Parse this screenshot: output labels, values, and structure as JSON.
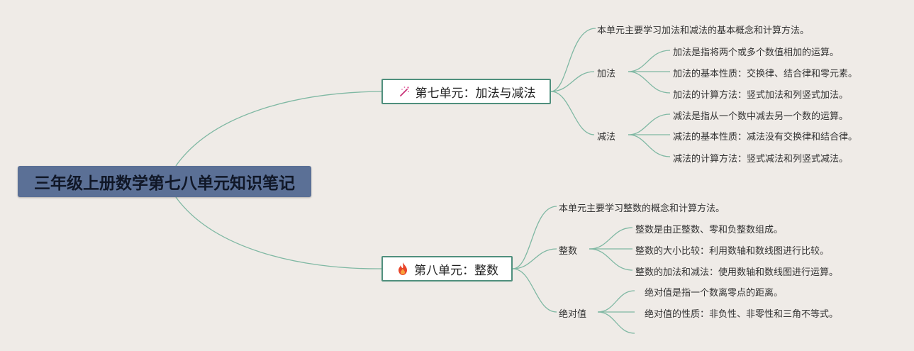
{
  "root": {
    "title": "三年级上册数学第七八单元知识笔记"
  },
  "unit7": {
    "title": "第七单元：加法与减法",
    "icon": "magic-wand-icon",
    "intro": "本单元主要学习加法和减法的基本概念和计算方法。",
    "addition": {
      "label": "加法",
      "items": [
        "加法是指将两个或多个数值相加的运算。",
        "加法的基本性质：交换律、结合律和零元素。",
        "加法的计算方法：竖式加法和列竖式加法。"
      ]
    },
    "subtraction": {
      "label": "减法",
      "items": [
        "减法是指从一个数中减去另一个数的运算。",
        "减法的基本性质：减法没有交换律和结合律。",
        "减法的计算方法：竖式减法和列竖式减法。"
      ]
    }
  },
  "unit8": {
    "title": "第八单元：整数",
    "icon": "fire-icon",
    "intro": "本单元主要学习整数的概念和计算方法。",
    "integers": {
      "label": "整数",
      "items": [
        "整数是由正整数、零和负整数组成。",
        "整数的大小比较：利用数轴和数线图进行比较。",
        "整数的加法和减法：使用数轴和数线图进行运算。"
      ]
    },
    "absolute": {
      "label": "绝对值",
      "items": [
        "绝对值是指一个数离零点的距离。",
        "绝对值的性质：非负性、非零性和三角不等式。"
      ]
    }
  },
  "colors": {
    "background": "#efebe7",
    "root_fill": "#5b7096",
    "branch_border": "#4f8f7d",
    "connector": "#7fb8a3"
  }
}
